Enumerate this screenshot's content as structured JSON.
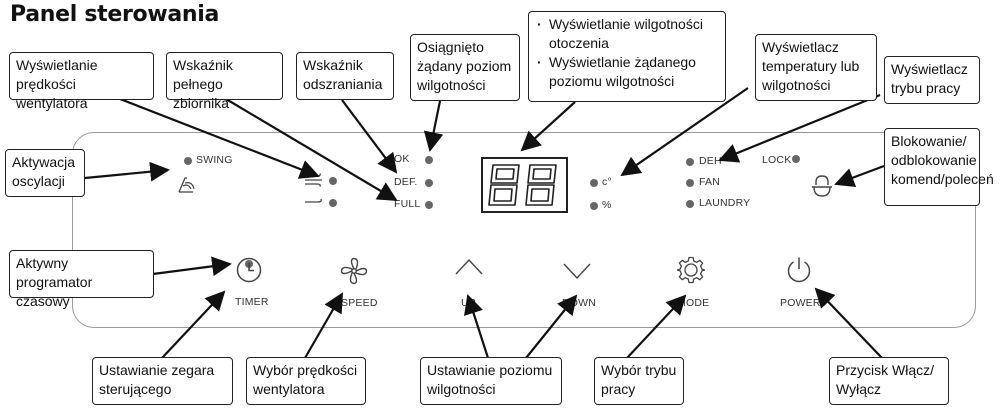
{
  "title": "Panel sterowania",
  "callouts": {
    "fan_speed_display": "Wyświetlanie prędkości wentylatora",
    "full_tank": "Wskaźnik pełnego zbiornika",
    "defrost": "Wskaźnik odszraniania",
    "humidity_reached": "Osiągnięto żądany poziom wilgotności",
    "humidity_display_1": "Wyświetlanie wilgotności otoczenia",
    "humidity_display_2": "Wyświetlanie żądanego poziomu wilgotności",
    "temp_humidity_display": "Wyświetlacz temperatury lub wilgotności",
    "mode_display": "Wyświetlacz trybu pracy",
    "oscillation": "Aktywacja oscylacji",
    "lock": "Blokowanie/ odblokowanie komend/poleceń",
    "timer_active": "Aktywny programator czasowy",
    "clock_setting": "Ustawianie zegara sterującego",
    "fan_speed_select": "Wybór prędkości wentylatora",
    "humidity_setting": "Ustawianie poziomu wilgotności",
    "mode_select": "Wybór trybu pracy",
    "power_switch": "Przycisk Włącz/ Wyłącz"
  },
  "panel": {
    "swing": "SWING",
    "ok": "OK",
    "def": "DEF.",
    "full": "FULL",
    "display": "88",
    "celsius": "c°",
    "percent": "%",
    "deh": "DEH",
    "fan": "FAN",
    "laundry": "LAUNDRY",
    "lock": "LOCK",
    "timer": "TIMER",
    "speed": "SPEED",
    "up": "UP",
    "down": "DOWN",
    "mode": "MODE",
    "power": "POWER"
  },
  "icons": {
    "swing": "swing-icon",
    "fan_speed_high": "wind-icon",
    "fan_speed_low": "breeze-icon",
    "lock": "padlock-icon",
    "timer": "clock-icon",
    "speed": "fan-icon",
    "up": "chevron-up-icon",
    "down": "chevron-down-icon",
    "mode": "gear-icon",
    "power": "power-icon"
  }
}
